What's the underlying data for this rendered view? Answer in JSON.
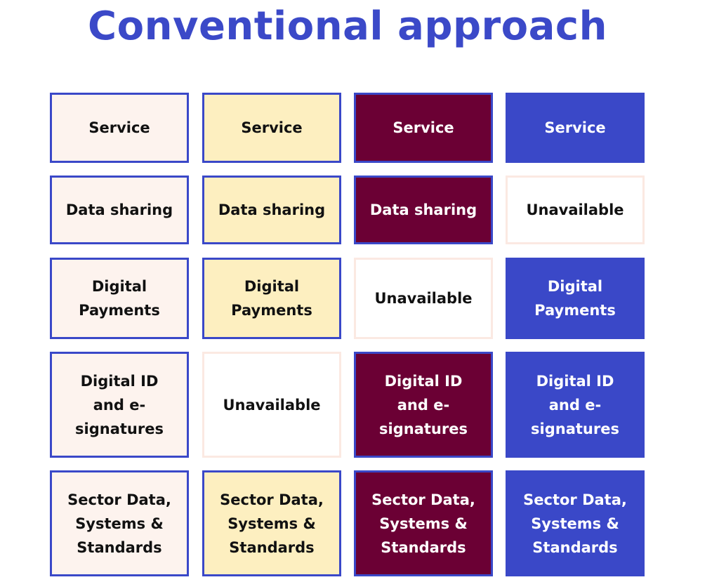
{
  "title": "Conventional approach",
  "colors": {
    "title": "#3b49c8",
    "border": "#3a48c8",
    "peach": "#fdf3ee",
    "yellow": "#fdefc0",
    "maroon": "#6b0034",
    "blue": "#3a48c8",
    "unavailable_border": "#fbe9e2"
  },
  "columns": [
    {
      "theme": "peach",
      "cells": [
        {
          "lines": [
            "Service"
          ],
          "state": "available"
        },
        {
          "lines": [
            "Data sharing"
          ],
          "state": "available"
        },
        {
          "lines": [
            "Digital",
            "Payments"
          ],
          "state": "available"
        },
        {
          "lines": [
            "Digital ID",
            "and e-",
            "signatures"
          ],
          "state": "available"
        },
        {
          "lines": [
            "Sector Data,",
            "Systems &",
            "Standards"
          ],
          "state": "available"
        }
      ]
    },
    {
      "theme": "yellow",
      "cells": [
        {
          "lines": [
            "Service"
          ],
          "state": "available"
        },
        {
          "lines": [
            "Data sharing"
          ],
          "state": "available"
        },
        {
          "lines": [
            "Digital",
            "Payments"
          ],
          "state": "available"
        },
        {
          "lines": [
            "Unavailable"
          ],
          "state": "unavailable"
        },
        {
          "lines": [
            "Sector Data,",
            "Systems &",
            "Standards"
          ],
          "state": "available"
        }
      ]
    },
    {
      "theme": "maroon",
      "cells": [
        {
          "lines": [
            "Service"
          ],
          "state": "available"
        },
        {
          "lines": [
            "Data sharing"
          ],
          "state": "available"
        },
        {
          "lines": [
            "Unavailable"
          ],
          "state": "unavailable"
        },
        {
          "lines": [
            "Digital ID",
            "and e-",
            "signatures"
          ],
          "state": "available"
        },
        {
          "lines": [
            "Sector Data,",
            "Systems &",
            "Standards"
          ],
          "state": "available"
        }
      ]
    },
    {
      "theme": "blue",
      "cells": [
        {
          "lines": [
            "Service"
          ],
          "state": "available"
        },
        {
          "lines": [
            "Unavailable"
          ],
          "state": "unavailable"
        },
        {
          "lines": [
            "Digital",
            "Payments"
          ],
          "state": "available"
        },
        {
          "lines": [
            "Digital ID",
            "and e-",
            "signatures"
          ],
          "state": "available"
        },
        {
          "lines": [
            "Sector Data,",
            "Systems &",
            "Standards"
          ],
          "state": "available"
        }
      ]
    }
  ]
}
